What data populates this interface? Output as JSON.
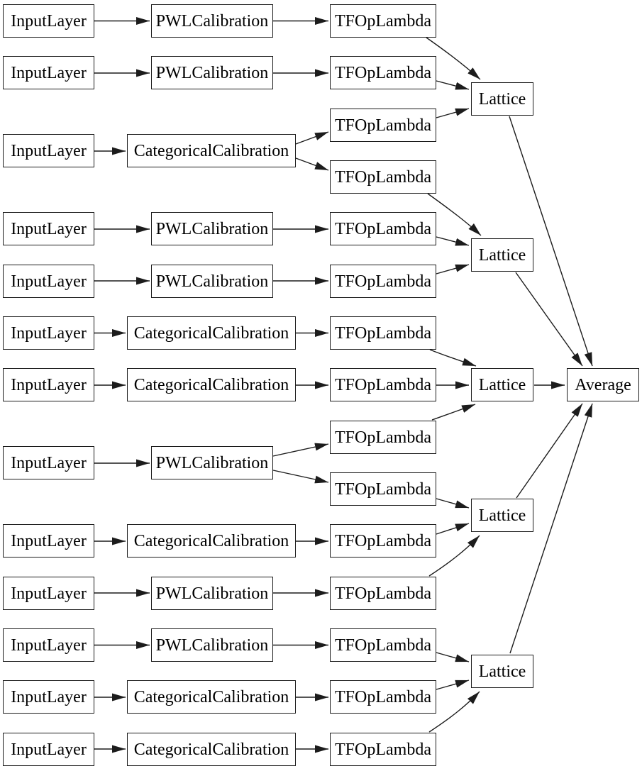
{
  "diagram": {
    "title": "keras-model-architecture-graph",
    "background_color": "#ffffff",
    "node_border_color": "#1c1c1c",
    "edge_color": "#1c1c1c",
    "nodes": [
      {
        "id": "input_1",
        "label": "InputLayer"
      },
      {
        "id": "input_2",
        "label": "InputLayer"
      },
      {
        "id": "input_3",
        "label": "InputLayer"
      },
      {
        "id": "input_4",
        "label": "InputLayer"
      },
      {
        "id": "input_5",
        "label": "InputLayer"
      },
      {
        "id": "input_6",
        "label": "InputLayer"
      },
      {
        "id": "input_7",
        "label": "InputLayer"
      },
      {
        "id": "input_8",
        "label": "InputLayer"
      },
      {
        "id": "input_9",
        "label": "InputLayer"
      },
      {
        "id": "input_10",
        "label": "InputLayer"
      },
      {
        "id": "input_11",
        "label": "InputLayer"
      },
      {
        "id": "input_12",
        "label": "InputLayer"
      },
      {
        "id": "input_13",
        "label": "InputLayer"
      },
      {
        "id": "calib_1",
        "label": "PWLCalibration"
      },
      {
        "id": "calib_2",
        "label": "PWLCalibration"
      },
      {
        "id": "calib_3",
        "label": "CategoricalCalibration"
      },
      {
        "id": "calib_4",
        "label": "PWLCalibration"
      },
      {
        "id": "calib_5",
        "label": "PWLCalibration"
      },
      {
        "id": "calib_6",
        "label": "CategoricalCalibration"
      },
      {
        "id": "calib_7",
        "label": "CategoricalCalibration"
      },
      {
        "id": "calib_8",
        "label": "PWLCalibration"
      },
      {
        "id": "calib_9",
        "label": "CategoricalCalibration"
      },
      {
        "id": "calib_10",
        "label": "PWLCalibration"
      },
      {
        "id": "calib_11",
        "label": "PWLCalibration"
      },
      {
        "id": "calib_12",
        "label": "CategoricalCalibration"
      },
      {
        "id": "calib_13",
        "label": "CategoricalCalibration"
      },
      {
        "id": "tfop_1",
        "label": "TFOpLambda"
      },
      {
        "id": "tfop_2",
        "label": "TFOpLambda"
      },
      {
        "id": "tfop_3",
        "label": "TFOpLambda"
      },
      {
        "id": "tfop_4",
        "label": "TFOpLambda"
      },
      {
        "id": "tfop_5",
        "label": "TFOpLambda"
      },
      {
        "id": "tfop_6",
        "label": "TFOpLambda"
      },
      {
        "id": "tfop_7",
        "label": "TFOpLambda"
      },
      {
        "id": "tfop_8",
        "label": "TFOpLambda"
      },
      {
        "id": "tfop_9",
        "label": "TFOpLambda"
      },
      {
        "id": "tfop_10",
        "label": "TFOpLambda"
      },
      {
        "id": "tfop_11",
        "label": "TFOpLambda"
      },
      {
        "id": "tfop_12",
        "label": "TFOpLambda"
      },
      {
        "id": "tfop_13",
        "label": "TFOpLambda"
      },
      {
        "id": "tfop_14",
        "label": "TFOpLambda"
      },
      {
        "id": "tfop_15",
        "label": "TFOpLambda"
      },
      {
        "id": "lattice_1",
        "label": "Lattice"
      },
      {
        "id": "lattice_2",
        "label": "Lattice"
      },
      {
        "id": "lattice_3",
        "label": "Lattice"
      },
      {
        "id": "lattice_4",
        "label": "Lattice"
      },
      {
        "id": "lattice_5",
        "label": "Lattice"
      },
      {
        "id": "average",
        "label": "Average"
      }
    ],
    "edges": [
      {
        "from": "input_1",
        "to": "calib_1"
      },
      {
        "from": "input_2",
        "to": "calib_2"
      },
      {
        "from": "input_3",
        "to": "calib_3"
      },
      {
        "from": "input_4",
        "to": "calib_4"
      },
      {
        "from": "input_5",
        "to": "calib_5"
      },
      {
        "from": "input_6",
        "to": "calib_6"
      },
      {
        "from": "input_7",
        "to": "calib_7"
      },
      {
        "from": "input_8",
        "to": "calib_8"
      },
      {
        "from": "input_9",
        "to": "calib_9"
      },
      {
        "from": "input_10",
        "to": "calib_10"
      },
      {
        "from": "input_11",
        "to": "calib_11"
      },
      {
        "from": "input_12",
        "to": "calib_12"
      },
      {
        "from": "input_13",
        "to": "calib_13"
      },
      {
        "from": "calib_1",
        "to": "tfop_1"
      },
      {
        "from": "calib_2",
        "to": "tfop_2"
      },
      {
        "from": "calib_3",
        "to": "tfop_3"
      },
      {
        "from": "calib_3",
        "to": "tfop_4"
      },
      {
        "from": "calib_4",
        "to": "tfop_5"
      },
      {
        "from": "calib_5",
        "to": "tfop_6"
      },
      {
        "from": "calib_6",
        "to": "tfop_7"
      },
      {
        "from": "calib_7",
        "to": "tfop_8"
      },
      {
        "from": "calib_8",
        "to": "tfop_9"
      },
      {
        "from": "calib_8",
        "to": "tfop_10"
      },
      {
        "from": "calib_9",
        "to": "tfop_11"
      },
      {
        "from": "calib_10",
        "to": "tfop_12"
      },
      {
        "from": "calib_11",
        "to": "tfop_13"
      },
      {
        "from": "calib_12",
        "to": "tfop_14"
      },
      {
        "from": "calib_13",
        "to": "tfop_15"
      },
      {
        "from": "tfop_1",
        "to": "lattice_1"
      },
      {
        "from": "tfop_2",
        "to": "lattice_1"
      },
      {
        "from": "tfop_3",
        "to": "lattice_1"
      },
      {
        "from": "tfop_4",
        "to": "lattice_2"
      },
      {
        "from": "tfop_5",
        "to": "lattice_2"
      },
      {
        "from": "tfop_6",
        "to": "lattice_2"
      },
      {
        "from": "tfop_7",
        "to": "lattice_3"
      },
      {
        "from": "tfop_8",
        "to": "lattice_3"
      },
      {
        "from": "tfop_9",
        "to": "lattice_3"
      },
      {
        "from": "tfop_10",
        "to": "lattice_4"
      },
      {
        "from": "tfop_11",
        "to": "lattice_4"
      },
      {
        "from": "tfop_12",
        "to": "lattice_4"
      },
      {
        "from": "tfop_13",
        "to": "lattice_5"
      },
      {
        "from": "tfop_14",
        "to": "lattice_5"
      },
      {
        "from": "tfop_15",
        "to": "lattice_5"
      },
      {
        "from": "lattice_1",
        "to": "average"
      },
      {
        "from": "lattice_2",
        "to": "average"
      },
      {
        "from": "lattice_3",
        "to": "average"
      },
      {
        "from": "lattice_4",
        "to": "average"
      },
      {
        "from": "lattice_5",
        "to": "average"
      }
    ]
  }
}
